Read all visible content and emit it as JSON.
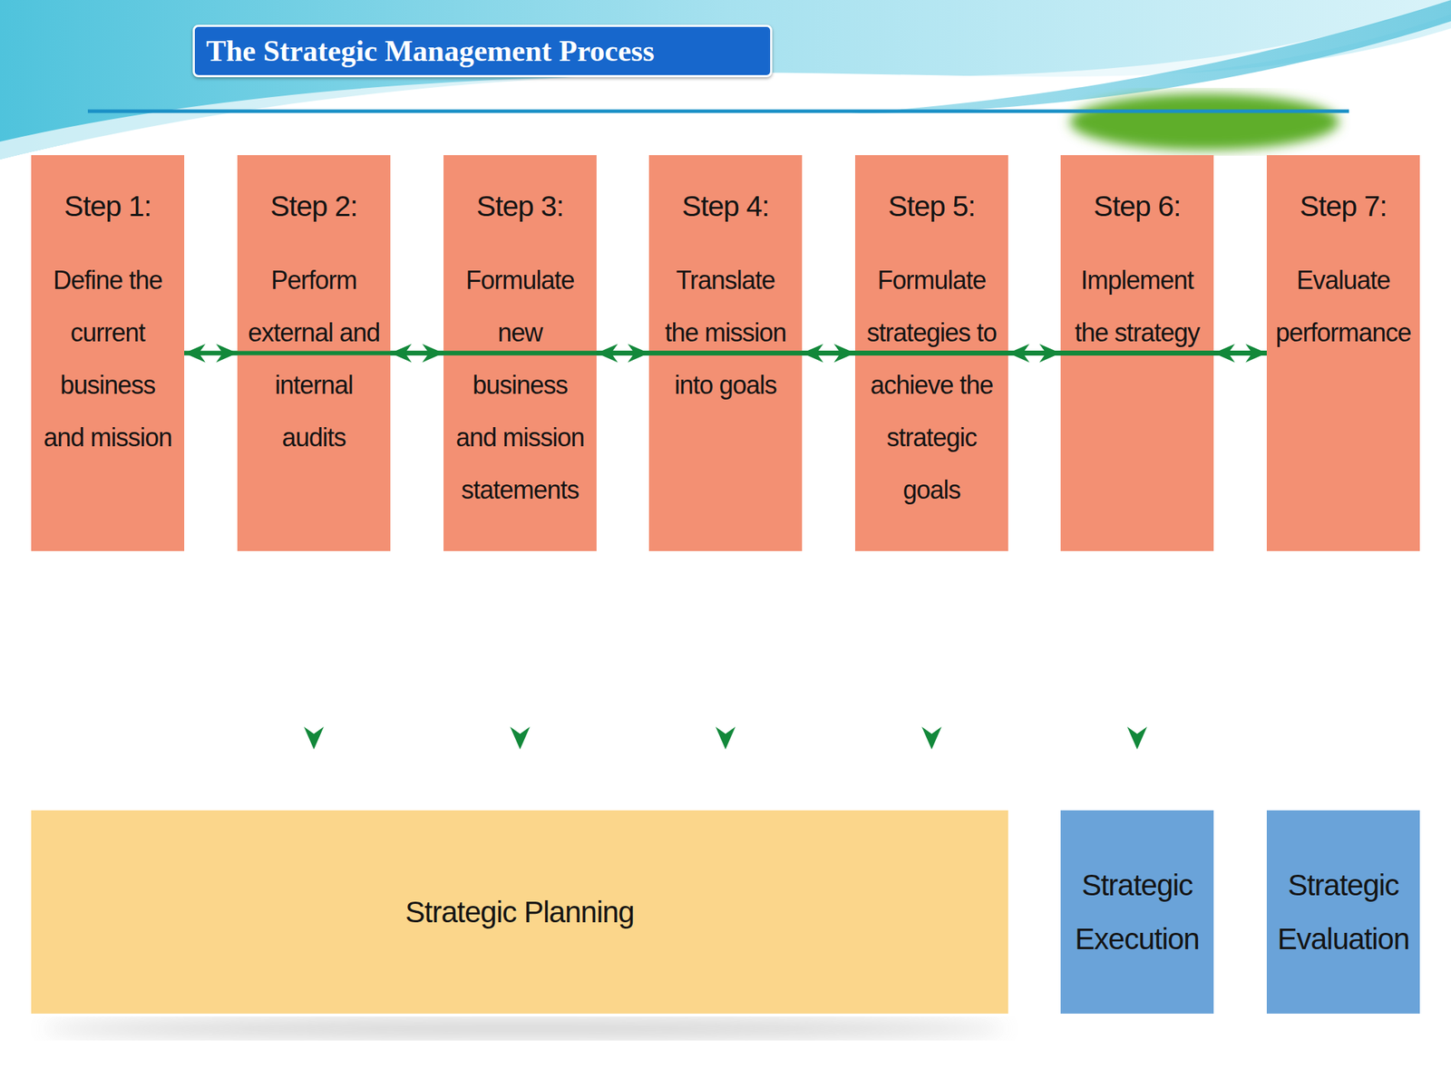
{
  "diagram": {
    "title": "The Strategic Management Process",
    "nodes": [
      {
        "text": [
          "Step 1:",
          "Define the current business and mission"
        ]
      },
      {
        "text": [
          "Step 2:",
          "Perform external and internal audits"
        ]
      },
      {
        "text": [
          "Step 3:",
          "Formulate new business and mission statements"
        ]
      },
      {
        "text": [
          "Step 4:",
          "Translate the mission into goals"
        ]
      },
      {
        "text": [
          "Step 5:",
          "Formulate strategies to achieve the strategic goals"
        ]
      },
      {
        "text": [
          "Step 6:",
          "Implement the strategy"
        ]
      },
      {
        "text": [
          "Step 7:",
          "Evaluate performance"
        ]
      },
      {
        "text": [
          "Strategic Planning"
        ]
      },
      {
        "text": [
          "Strategic Execution"
        ]
      },
      {
        "text": [
          "Strategic Evaluation"
        ]
      }
    ],
    "edges": [
      {
        "from": 0,
        "to": 1,
        "arrow": "to"
      },
      {
        "from": 1,
        "to": 2,
        "arrow": "to"
      },
      {
        "from": 2,
        "to": 3,
        "arrow": "to"
      },
      {
        "from": 3,
        "to": 4,
        "arrow": "to"
      },
      {
        "from": 4,
        "to": 5,
        "arrow": "to"
      },
      {
        "from": 5,
        "to": 6,
        "arrow": "to"
      },
      {
        "from": 6,
        "to": 0,
        "arrow": "to"
      },
      {
        "from": 6,
        "to": 1,
        "arrow": "to"
      },
      {
        "from": 6,
        "to": 2,
        "arrow": "to"
      },
      {
        "from": 6,
        "to": 3,
        "arrow": "to"
      },
      {
        "from": 6,
        "to": 4,
        "arrow": "to"
      },
      {
        "from": 6,
        "to": 5,
        "arrow": "to"
      }
    ]
  }
}
